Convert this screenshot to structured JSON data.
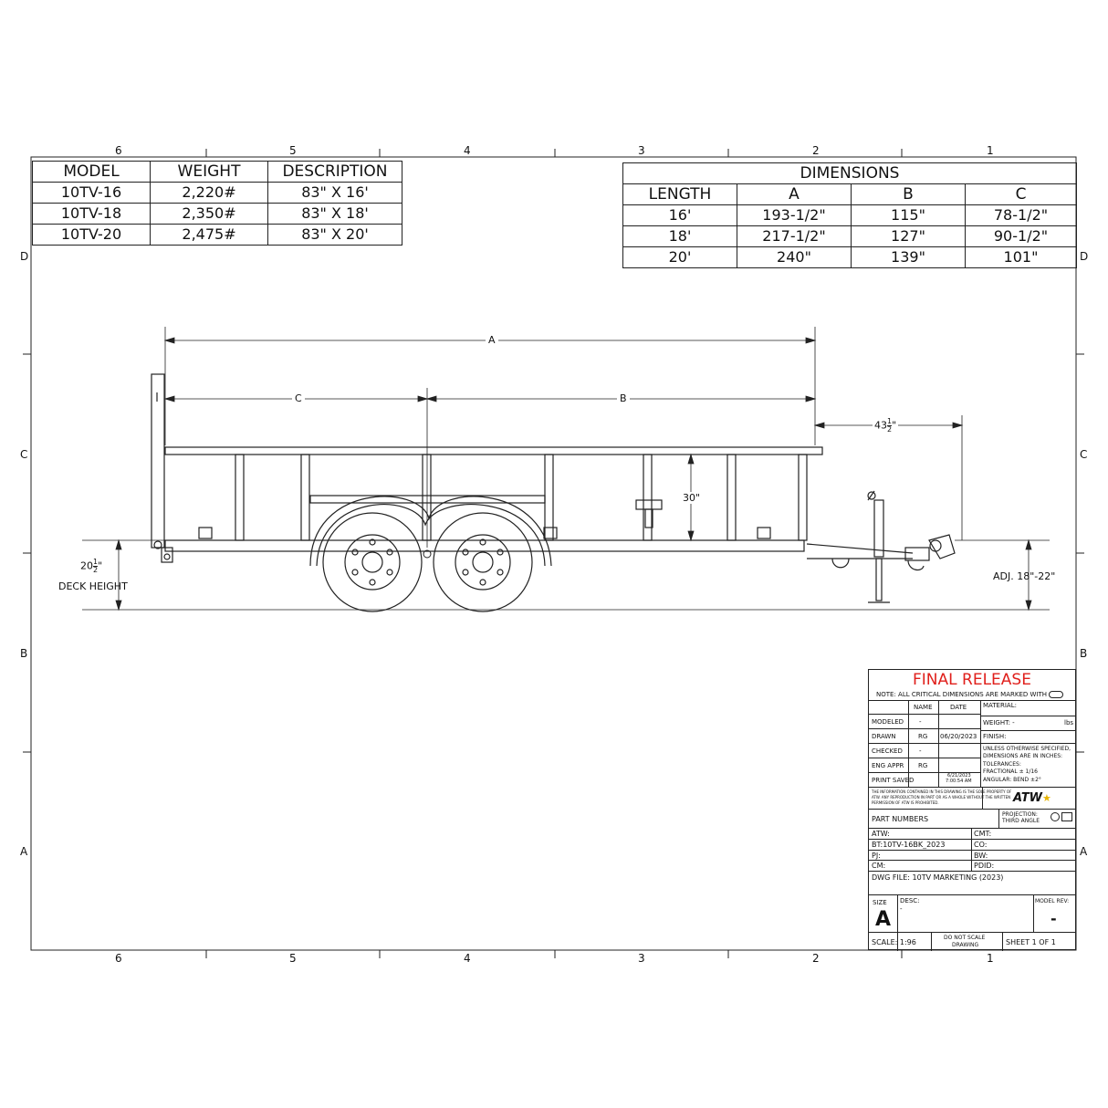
{
  "zones": {
    "columns": [
      "6",
      "5",
      "4",
      "3",
      "2",
      "1"
    ],
    "rows": [
      "D",
      "C",
      "B",
      "A"
    ]
  },
  "model_table": {
    "headers": [
      "MODEL",
      "WEIGHT",
      "DESCRIPTION"
    ],
    "rows": [
      [
        "10TV-16",
        "2,220#",
        "83\" X 16'"
      ],
      [
        "10TV-18",
        "2,350#",
        "83\" X 18'"
      ],
      [
        "10TV-20",
        "2,475#",
        "83\" X 20'"
      ]
    ]
  },
  "dimensions_table": {
    "title": "DIMENSIONS",
    "headers": [
      "LENGTH",
      "A",
      "B",
      "C"
    ],
    "rows": [
      [
        "16'",
        "193-1/2\"",
        "115\"",
        "78-1/2\""
      ],
      [
        "18'",
        "217-1/2\"",
        "127\"",
        "90-1/2\""
      ],
      [
        "20'",
        "240\"",
        "139\"",
        "101\""
      ]
    ]
  },
  "drawing": {
    "dim_a": "A",
    "dim_b": "B",
    "dim_c": "C",
    "tongue_whole": "43",
    "tongue_num": "1",
    "tongue_den": "2",
    "tongue_unit": "\"",
    "side_height": "30\"",
    "deck_whole": "20",
    "deck_num": "1",
    "deck_den": "2",
    "deck_unit": "\"",
    "deck_label": "DECK HEIGHT",
    "coupler_label": "ADJ. 18\"-22\""
  },
  "title_block": {
    "status": "FINAL RELEASE",
    "note": "NOTE: ALL CRITICAL DIMENSIONS ARE MARKED WITH",
    "col_name": "NAME",
    "col_date": "DATE",
    "material": "MATERIAL:",
    "weight": "WEIGHT: -",
    "weight_unit": "lbs",
    "finish": "FINISH:",
    "rows": [
      {
        "label": "MODELED",
        "name": "-",
        "date": ""
      },
      {
        "label": "DRAWN",
        "name": "RG",
        "date": "06/20/2023"
      },
      {
        "label": "CHECKED",
        "name": "-",
        "date": ""
      },
      {
        "label": "ENG APPR",
        "name": "RG",
        "date": ""
      },
      {
        "label": "PRINT SAVED",
        "name": "",
        "date": "6/21/2023",
        "time": "7:00:54 AM"
      }
    ],
    "tolerance_lines": [
      "UNLESS OTHERWISE SPECIFIED,",
      "DIMENSIONS ARE IN INCHES:",
      "TOLERANCES:",
      "FRACTIONAL ± 1/16",
      "ANGULAR: BEND ±2°"
    ],
    "disclaimer": [
      "THE INFORMATION CONTAINED IN THIS DRAWING IS THE SOLE PROPERTY OF",
      "ATW. ANY REPRODUCTION IN PART OR AS A WHOLE WITHOUT THE WRITTEN",
      "PERMISSION OF ATW IS PROHIBITED."
    ],
    "logo": "ATW",
    "part_numbers": "PART NUMBERS",
    "projection": [
      "PROJECTION:",
      "THIRD ANGLE"
    ],
    "atw": "ATW:",
    "cmt": "CMT:",
    "bt": "BT:10TV-16BK_2023",
    "co": "CO:",
    "pj": "PJ:",
    "bw": "BW:",
    "cm": "CM:",
    "pdid": "PDID:",
    "dwg_file": "DWG FILE: 10TV MARKETING (2023)",
    "size_label": "SIZE",
    "size": "A",
    "desc_label": "DESC:",
    "desc": "-",
    "model_rev_label": "MODEL REV:",
    "model_rev": "-",
    "scale": "SCALE: 1:96",
    "do_not_scale": [
      "DO NOT SCALE",
      "DRAWING"
    ],
    "sheet": "SHEET 1 OF 1"
  }
}
